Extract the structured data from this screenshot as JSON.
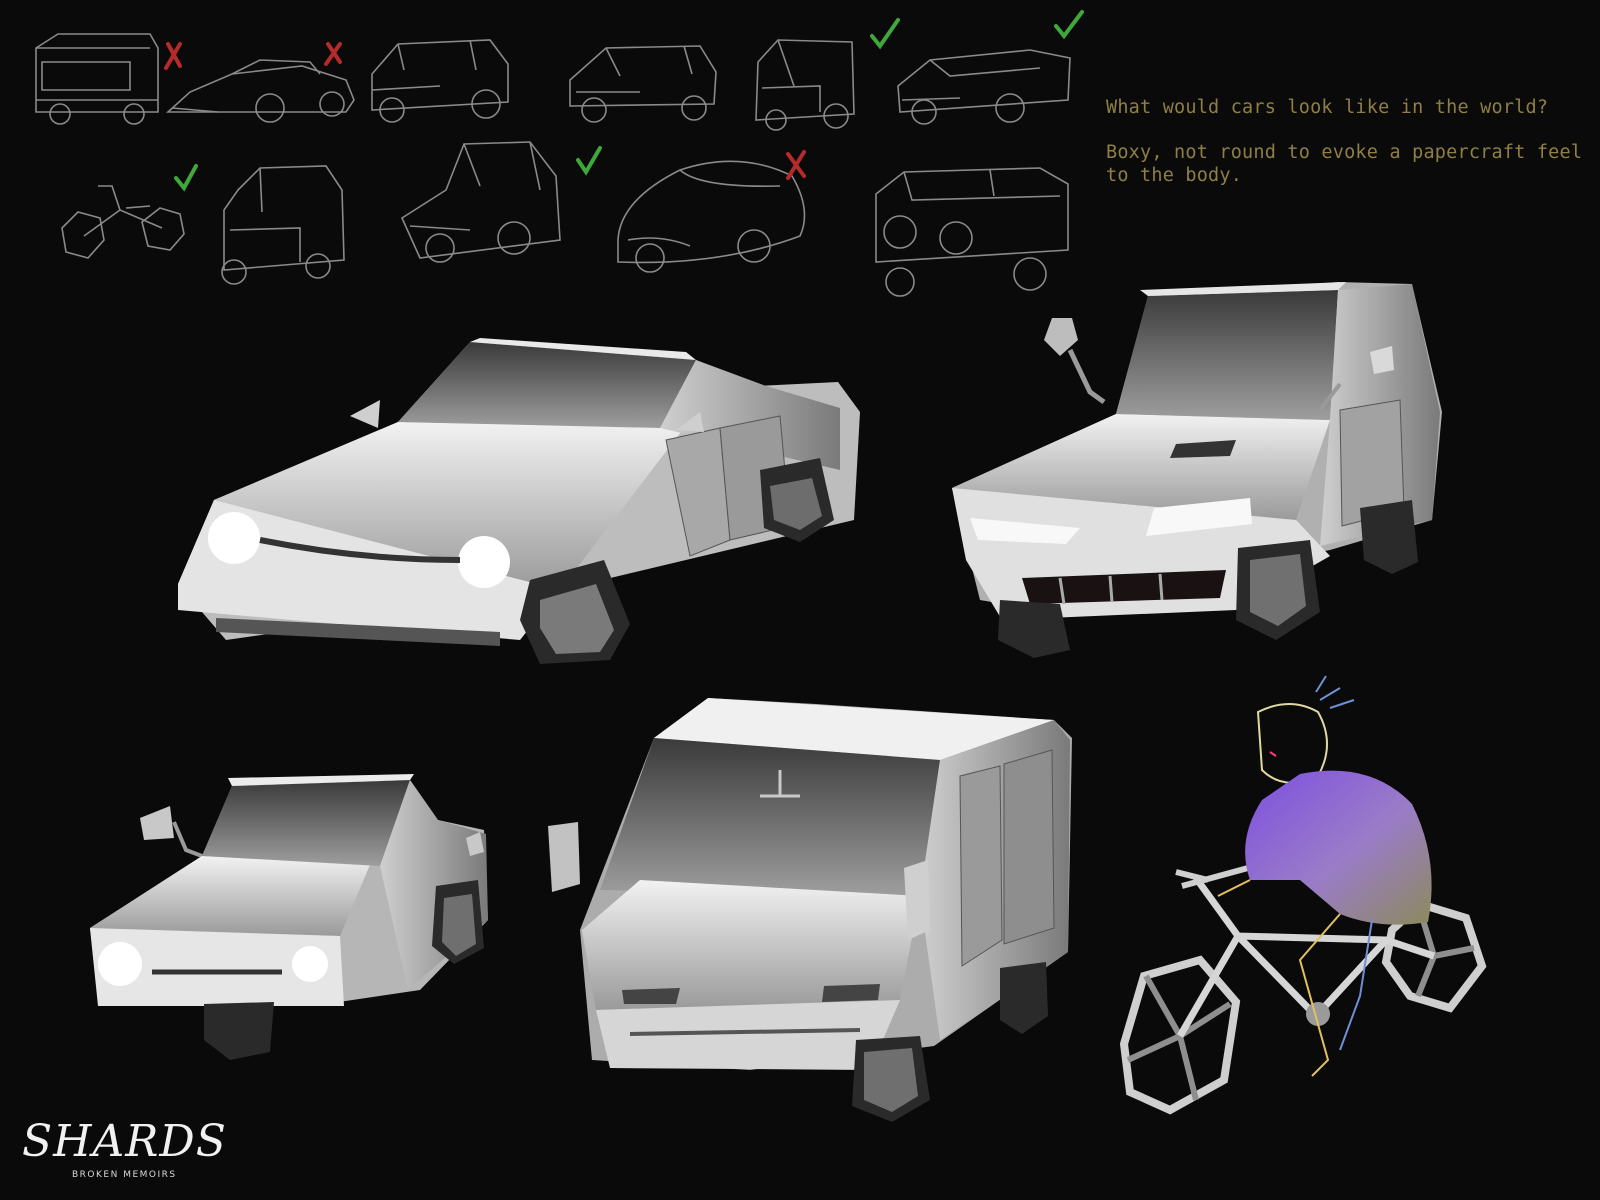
{
  "notes": {
    "question": "What would cars look like in the world?",
    "answer": "Boxy, not round to evoke a papercraft feel to the body."
  },
  "brand": {
    "title": "SHARDS",
    "subtitle": "BROKEN MEMOIRS"
  },
  "sketches": [
    {
      "id": "sketch-van",
      "mark": "reject"
    },
    {
      "id": "sketch-sports-car",
      "mark": "reject"
    },
    {
      "id": "sketch-buggy",
      "mark": "none"
    },
    {
      "id": "sketch-sedan",
      "mark": "none"
    },
    {
      "id": "sketch-minivan",
      "mark": "approve"
    },
    {
      "id": "sketch-coupe",
      "mark": "approve"
    },
    {
      "id": "sketch-bicycle",
      "mark": "approve"
    },
    {
      "id": "sketch-truck",
      "mark": "none"
    },
    {
      "id": "sketch-hatchback",
      "mark": "approve"
    },
    {
      "id": "sketch-round-car",
      "mark": "reject"
    },
    {
      "id": "sketch-jeep",
      "mark": "none"
    }
  ],
  "colors": {
    "background": "#0b0a0a",
    "note_text": "#8f7f44",
    "approve_mark": "#3fa83c",
    "reject_mark": "#b52a2a",
    "sketch_line": "#8a8a8a",
    "model_light": "#e8e8e8",
    "model_dark": "#5a5a5a",
    "jacket_purple": "#8a5cd6",
    "jacket_olive": "#8c8a60"
  }
}
